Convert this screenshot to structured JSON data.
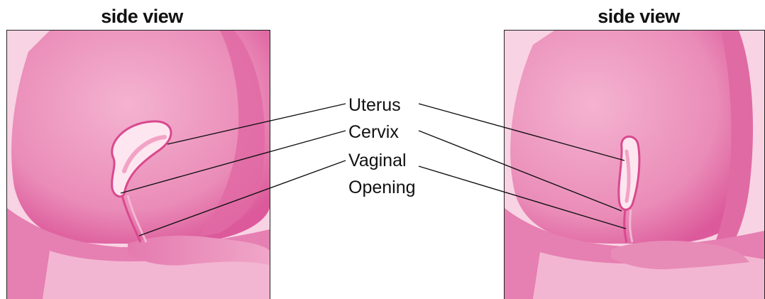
{
  "panels": {
    "left": {
      "caption": "side view"
    },
    "right": {
      "caption": "side view"
    }
  },
  "labels": {
    "uterus": "Uterus",
    "cervix": "Cervix",
    "vaginal": "Vaginal",
    "opening": "Opening"
  },
  "colors": {
    "skin_light": "#f6c8dc",
    "skin_mid": "#eb8fb9",
    "skin_dark": "#d9498f",
    "uterus_fill": "#fde6ef",
    "leader_line": "#111111"
  }
}
